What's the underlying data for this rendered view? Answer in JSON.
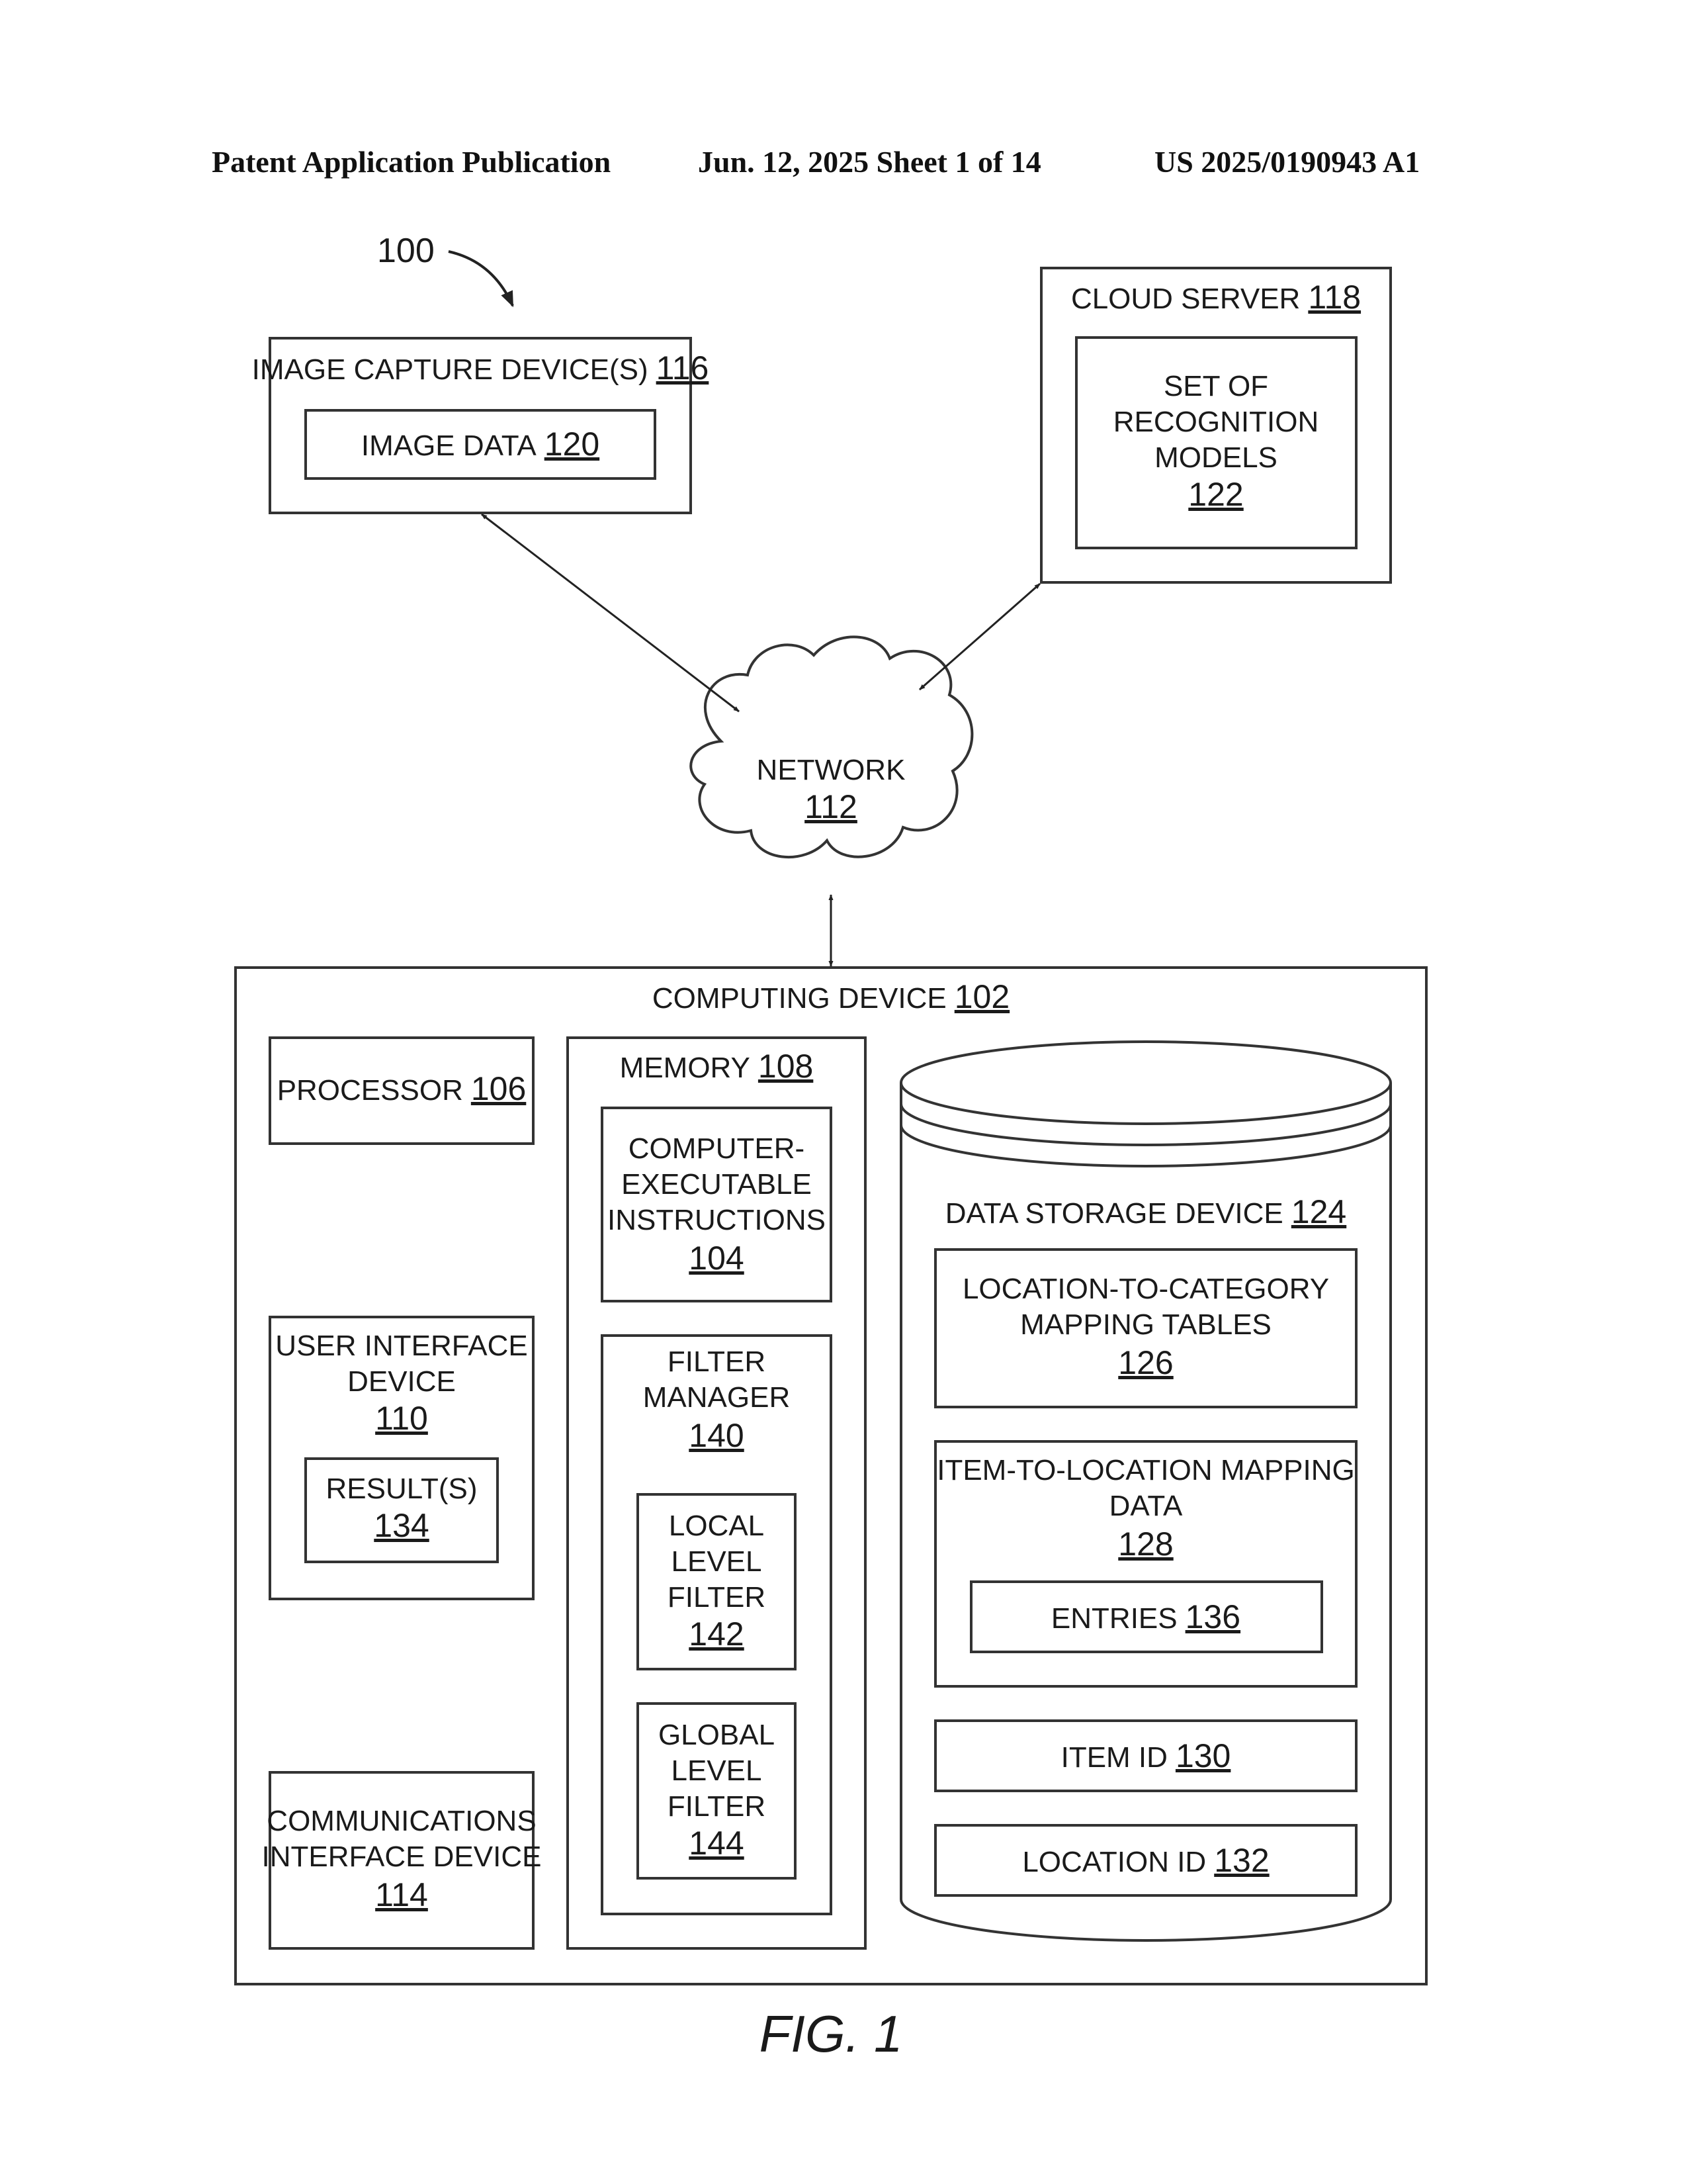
{
  "header": {
    "publication": "Patent Application Publication",
    "date_sheet": "Jun. 12, 2025  Sheet 1 of 14",
    "number": "US 2025/0190943 A1"
  },
  "figure": {
    "ref": "100",
    "caption": "FIG. 1"
  },
  "image_capture": {
    "label": "IMAGE CAPTURE DEVICE(S)",
    "num": "116"
  },
  "image_data": {
    "label": "IMAGE DATA",
    "num": "120"
  },
  "cloud_server": {
    "label": "CLOUD SERVER",
    "num": "118"
  },
  "recognition": {
    "line1": "SET OF",
    "line2": "RECOGNITION",
    "line3": "MODELS",
    "num": "122"
  },
  "network": {
    "label": "NETWORK",
    "num": "112"
  },
  "computing_device": {
    "label": "COMPUTING DEVICE",
    "num": "102"
  },
  "processor": {
    "label": "PROCESSOR",
    "num": "106"
  },
  "ui_device": {
    "line1": "USER INTERFACE",
    "line2": "DEVICE",
    "num": "110"
  },
  "results": {
    "label": "RESULT(S)",
    "num": "134"
  },
  "comm_device": {
    "line1": "COMMUNICATIONS",
    "line2": "INTERFACE DEVICE",
    "num": "114"
  },
  "memory": {
    "label": "MEMORY",
    "num": "108"
  },
  "instructions": {
    "line1": "COMPUTER-",
    "line2": "EXECUTABLE",
    "line3": "INSTRUCTIONS",
    "num": "104"
  },
  "filter_manager": {
    "line1": "FILTER",
    "line2": "MANAGER",
    "num": "140"
  },
  "local_filter": {
    "line1": "LOCAL",
    "line2": "LEVEL",
    "line3": "FILTER",
    "num": "142"
  },
  "global_filter": {
    "line1": "GLOBAL",
    "line2": "LEVEL",
    "line3": "FILTER",
    "num": "144"
  },
  "data_storage": {
    "label": "DATA STORAGE DEVICE",
    "num": "124"
  },
  "loc_cat": {
    "line1": "LOCATION-TO-CATEGORY",
    "line2": "MAPPING TABLES",
    "num": "126"
  },
  "item_loc": {
    "line1": "ITEM-TO-LOCATION MAPPING",
    "line2": "DATA",
    "num": "128"
  },
  "entries": {
    "label": "ENTRIES",
    "num": "136"
  },
  "item_id": {
    "label": "ITEM ID",
    "num": "130"
  },
  "location_id": {
    "label": "LOCATION ID",
    "num": "132"
  }
}
